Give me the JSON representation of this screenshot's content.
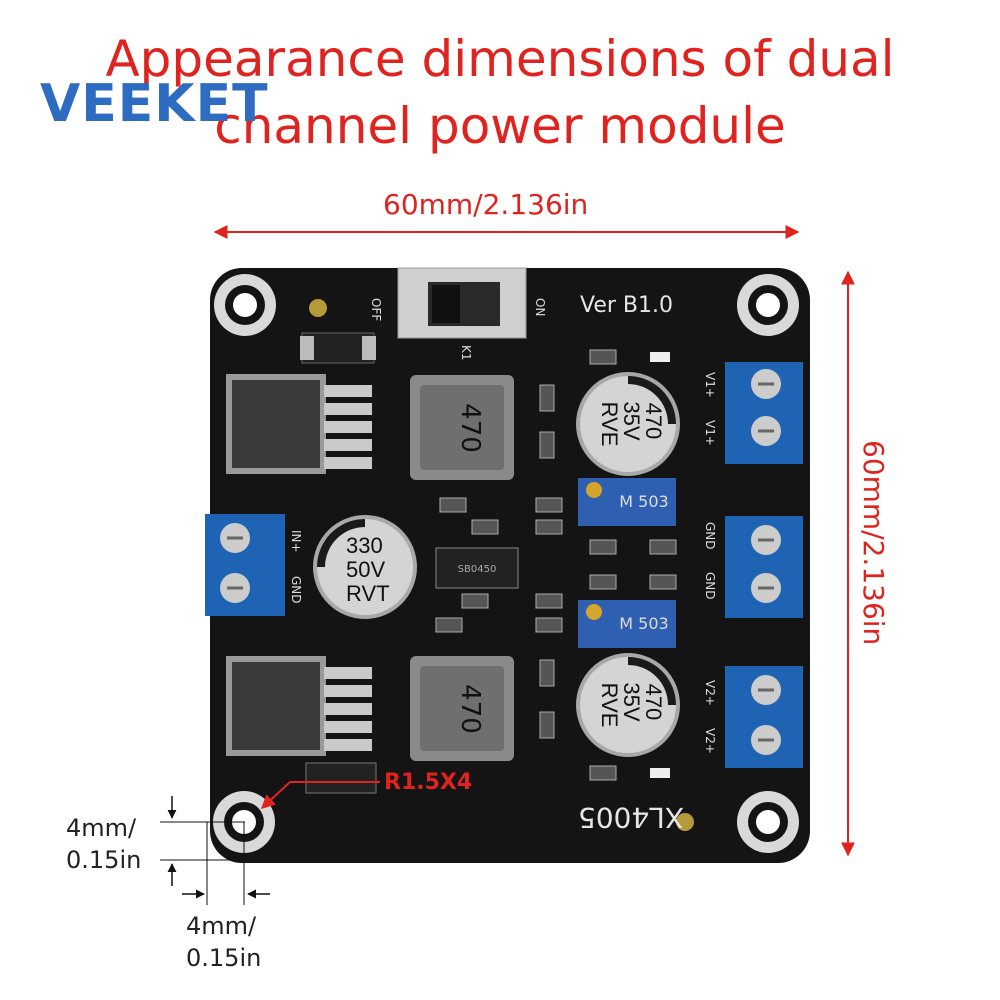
{
  "title": {
    "line1": "Appearance dimensions of dual",
    "line2": "channel power module"
  },
  "brand": "VEEKET",
  "dimensions": {
    "width": "60mm/2.136in",
    "height": "60mm/2.136in",
    "hole_vertical": [
      "4mm/",
      "0.15in"
    ],
    "hole_horizontal": [
      "4mm/",
      "0.15in"
    ],
    "hole_radius": "R1.5X4"
  },
  "board": {
    "version": "Ver B1.0",
    "chip": "XL4005",
    "switch_off": "OFF",
    "switch_on": "ON",
    "switch_ref": "K1",
    "input_plus": "IN+",
    "input_gnd": "GND",
    "v1_plus_a": "V1+",
    "v1_plus_b": "V1+",
    "gnd_a": "GND",
    "gnd_b": "GND",
    "v2_plus_a": "V2+",
    "v2_plus_b": "V2+",
    "cap_input": [
      "330",
      "50V",
      "RVT"
    ],
    "cap_output": [
      "470",
      "35V",
      "RVE"
    ],
    "inductor": "470",
    "pot": "M 503",
    "diode": "SB0450"
  },
  "colors": {
    "accent_red": "#e0231f",
    "board": "#141414",
    "terminal_blue": "#1f63b4",
    "brand_blue": "#2d6cc0"
  }
}
